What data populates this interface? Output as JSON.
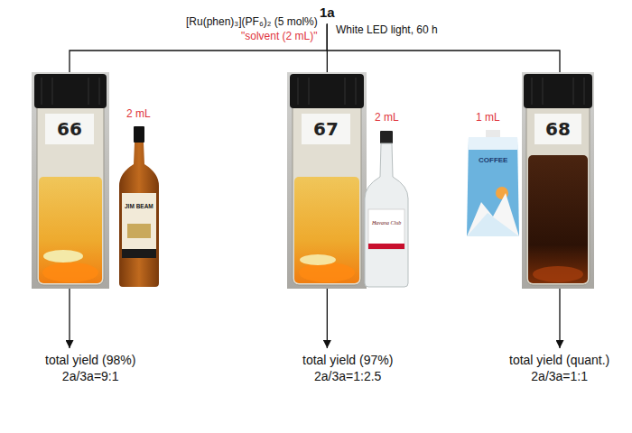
{
  "diagram": {
    "nodes": [
      {
        "text": [
          "1a"
        ]
      },
      {
        "text": [
          "total yield (98%)",
          "2a/3a=9:1"
        ]
      },
      {
        "text": [
          "total yield (97%)",
          "2a/3a=1:2.5"
        ]
      },
      {
        "text": [
          "total yield (quant.)",
          "2a/3a=1:1"
        ]
      }
    ],
    "edges": [
      {
        "from": 0,
        "to": 1,
        "arrow": "to"
      },
      {
        "from": 0,
        "to": 2,
        "arrow": "to"
      },
      {
        "from": 0,
        "to": 3,
        "arrow": "to"
      }
    ],
    "labels": [
      "[Ru(phen)₃](PF₆)₂ (5 mol%)",
      "\"solvent (2 mL)\"",
      "White LED light, 60 h",
      "66",
      "2 mL",
      "JIM BEAM",
      "67",
      "2 mL",
      "Havana Club",
      "1 mL",
      "COFFEE",
      "68"
    ]
  }
}
